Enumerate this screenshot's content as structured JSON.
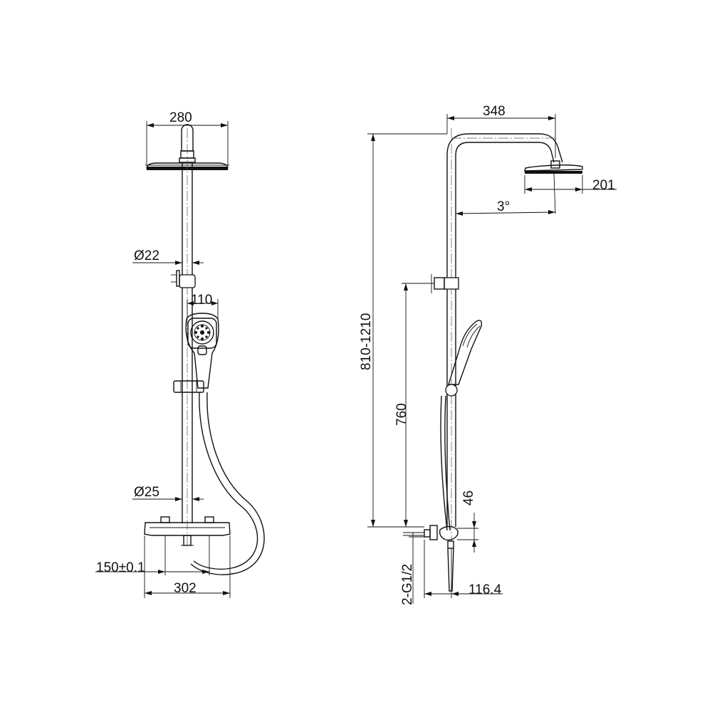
{
  "front_view": {
    "dim_head_width": "280",
    "dim_pipe_upper": "Ø22",
    "dim_handshower": "110",
    "dim_pipe_lower": "Ø25",
    "dim_inlet_spacing": "150±0.1",
    "dim_mixer_width": "302"
  },
  "side_view": {
    "dim_arm_reach": "348",
    "dim_head_diameter": "201",
    "dim_head_angle": "3°",
    "dim_total_height": "810-1210",
    "dim_bracket_height": "760",
    "dim_mixer_offset": "46",
    "dim_connection": "2-G1/2",
    "dim_projection": "116.4"
  }
}
